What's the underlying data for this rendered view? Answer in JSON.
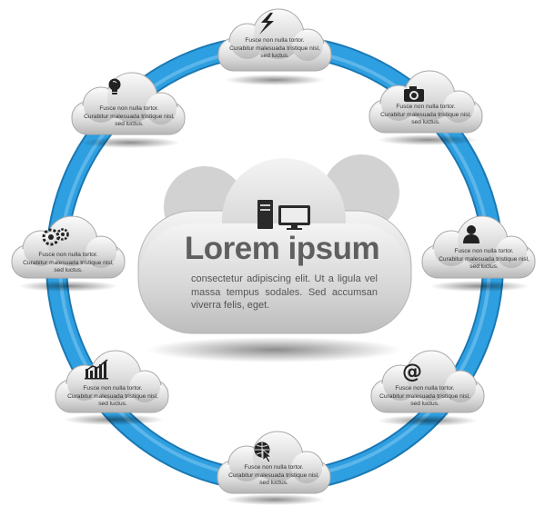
{
  "center": {
    "title": "Lorem ipsum",
    "body": "consectetur adipiscing elit. Ut a ligula vel massa tempus sodales. Sed accumsan viverra felis, eget."
  },
  "nodes": [
    {
      "icon": "lightning-icon",
      "line1": "Fusce non nulla tortor.",
      "line2": "Curabitur malesuada tristique nisl,",
      "line3": "sed luctus."
    },
    {
      "icon": "camera-icon",
      "line1": "Fusce non nulla tortor.",
      "line2": "Curabitur malesuada tristique nisl,",
      "line3": "sed luctus."
    },
    {
      "icon": "user-icon",
      "line1": "Fusce non nulla tortor.",
      "line2": "Curabitur malesuada tristique nisl,",
      "line3": "sed luctus."
    },
    {
      "icon": "at-sign-icon",
      "line1": "Fusce non nulla tortor.",
      "line2": "Curabitur malesuada tristique nisl,",
      "line3": "sed luctus."
    },
    {
      "icon": "globe-cursor-icon",
      "line1": "Fusce non nulla tortor.",
      "line2": "Curabitur malesuada tristique nisl,",
      "line3": "sed luctus."
    },
    {
      "icon": "bar-chart-icon",
      "line1": "Fusce non nulla tortor.",
      "line2": "Curabitur malesuada tristique nisl,",
      "line3": "sed luctus."
    },
    {
      "icon": "gears-icon",
      "line1": "Fusce non nulla tortor.",
      "line2": "Curabitur malesuada tristique nisl,",
      "line3": "sed luctus."
    },
    {
      "icon": "lightbulb-icon",
      "line1": "Fusce non nulla tortor.",
      "line2": "Curabitur malesuada tristique nisl,",
      "line3": "sed luctus."
    }
  ],
  "colors": {
    "ring": "#2e9fe0",
    "ring_dark": "#1b78b3",
    "cloud_light": "#f7f7f7",
    "cloud_dark": "#b9b9b9"
  }
}
